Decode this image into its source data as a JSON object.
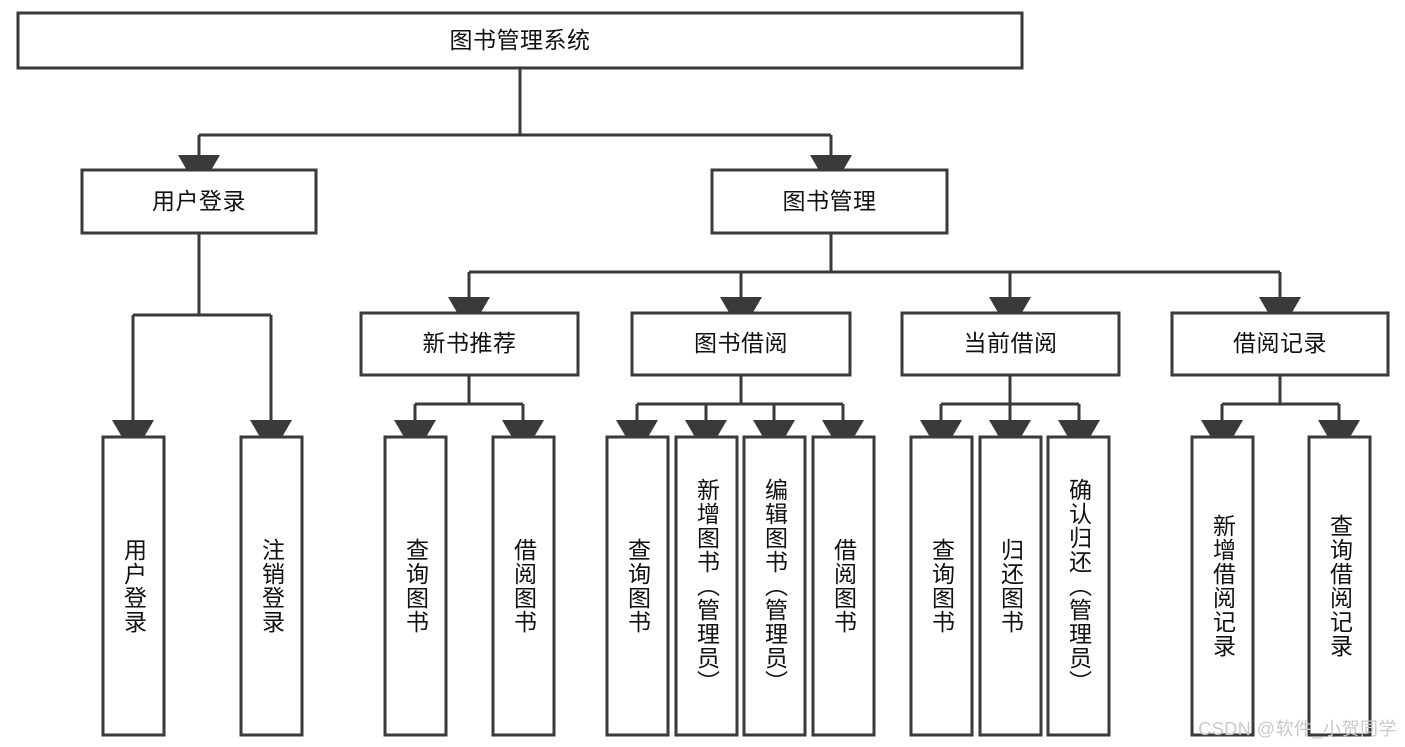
{
  "diagram": {
    "title": "图书管理系统",
    "type": "tree",
    "watermark": "CSDN @软件_小贺同学",
    "root": {
      "label": "图书管理系统"
    },
    "level2": [
      {
        "label": "用户登录"
      },
      {
        "label": "图书管理"
      }
    ],
    "level3": [
      {
        "label": "新书推荐"
      },
      {
        "label": "图书借阅"
      },
      {
        "label": "当前借阅"
      },
      {
        "label": "借阅记录"
      }
    ],
    "leaves_user_login": [
      {
        "label": "用户登录"
      },
      {
        "label": "注销登录"
      }
    ],
    "leaves_new_book": [
      {
        "label": "查询图书"
      },
      {
        "label": "借阅图书"
      }
    ],
    "leaves_borrow": [
      {
        "label": "查询图书"
      },
      {
        "label": "新增图书（管理员）"
      },
      {
        "label": "编辑图书（管理员）"
      },
      {
        "label": "借阅图书"
      }
    ],
    "leaves_current": [
      {
        "label": "查询图书"
      },
      {
        "label": "归还图书"
      },
      {
        "label": "确认归还（管理员）"
      }
    ],
    "leaves_record": [
      {
        "label": "新增借阅记录"
      },
      {
        "label": "查询借阅记录"
      }
    ],
    "colors": {
      "stroke": "#3a3a3a",
      "fill": "#ffffff",
      "text": "#111111",
      "watermark": "#c9c9c9"
    }
  }
}
